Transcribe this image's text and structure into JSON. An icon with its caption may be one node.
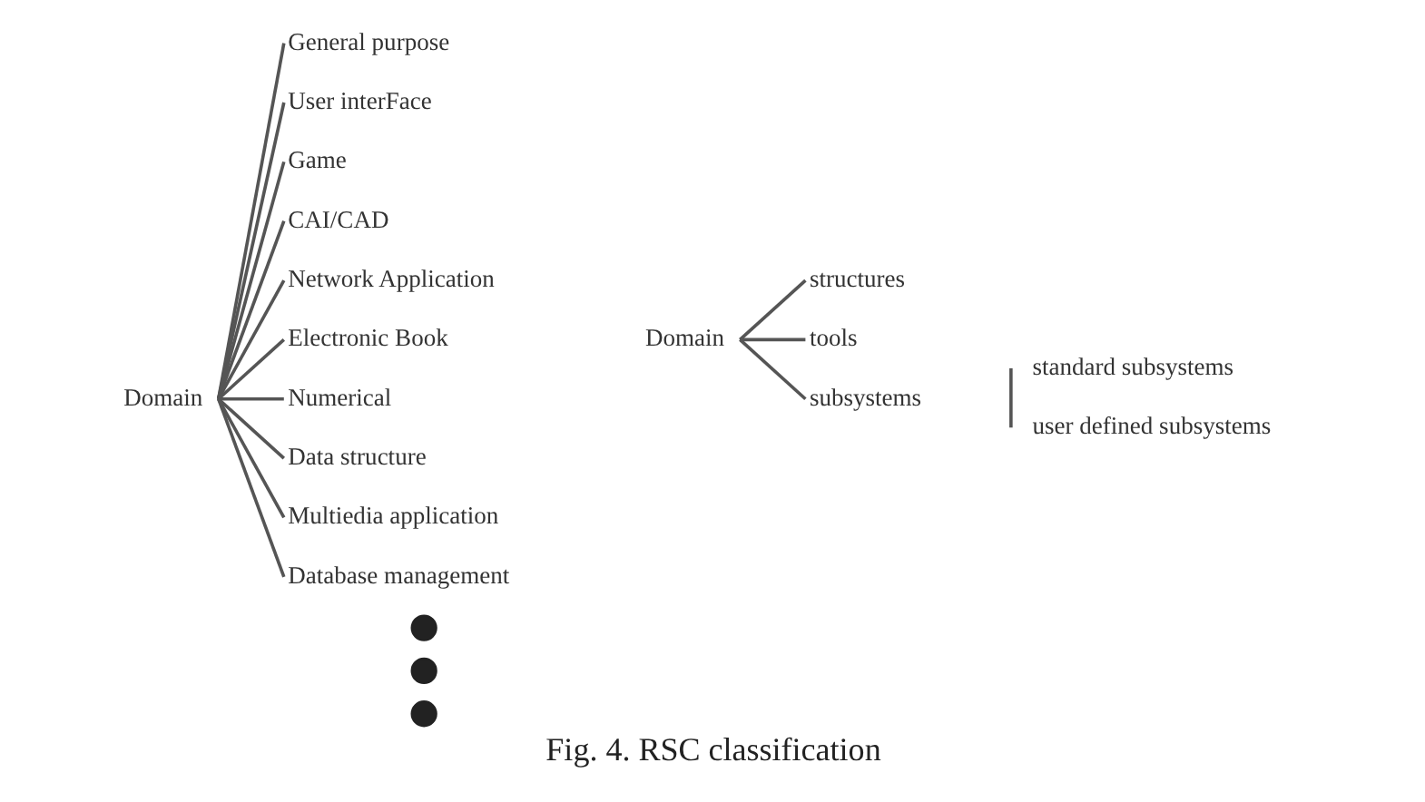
{
  "diagram": {
    "caption": "Fig. 4. RSC classification",
    "nodes": [
      {
        "text": [
          "Domain"
        ]
      },
      {
        "text": [
          "General purpose"
        ]
      },
      {
        "text": [
          "User interFace"
        ]
      },
      {
        "text": [
          "Game"
        ]
      },
      {
        "text": [
          "CAI/CAD"
        ]
      },
      {
        "text": [
          "Network Application"
        ]
      },
      {
        "text": [
          "Electronic Book"
        ]
      },
      {
        "text": [
          "Numerical"
        ]
      },
      {
        "text": [
          "Data structure"
        ]
      },
      {
        "text": [
          "Multiedia application"
        ]
      },
      {
        "text": [
          "Database management"
        ]
      },
      {
        "text": [],
        "shape": "circle"
      },
      {
        "text": [],
        "shape": "circle"
      },
      {
        "text": [],
        "shape": "circle"
      },
      {
        "text": [
          "Domain"
        ]
      },
      {
        "text": [
          "structures"
        ]
      },
      {
        "text": [
          "tools"
        ]
      },
      {
        "text": [
          "subsystems"
        ]
      },
      {
        "text": [
          "standard subsystems"
        ]
      },
      {
        "text": [
          "user defined subsystems"
        ]
      }
    ],
    "edges": [
      {
        "from": 0,
        "to": 1,
        "arrow": "none"
      },
      {
        "from": 0,
        "to": 2,
        "arrow": "none"
      },
      {
        "from": 0,
        "to": 3,
        "arrow": "none"
      },
      {
        "from": 0,
        "to": 4,
        "arrow": "none"
      },
      {
        "from": 0,
        "to": 5,
        "arrow": "none"
      },
      {
        "from": 0,
        "to": 6,
        "arrow": "none"
      },
      {
        "from": 0,
        "to": 7,
        "arrow": "none"
      },
      {
        "from": 0,
        "to": 8,
        "arrow": "none"
      },
      {
        "from": 0,
        "to": 9,
        "arrow": "none"
      },
      {
        "from": 0,
        "to": 10,
        "arrow": "none"
      },
      {
        "from": 14,
        "to": 15,
        "arrow": "none"
      },
      {
        "from": 14,
        "to": 16,
        "arrow": "none"
      },
      {
        "from": 14,
        "to": 17,
        "arrow": "none"
      },
      {
        "from": 18,
        "to": 19,
        "arrow": "none"
      }
    ]
  }
}
